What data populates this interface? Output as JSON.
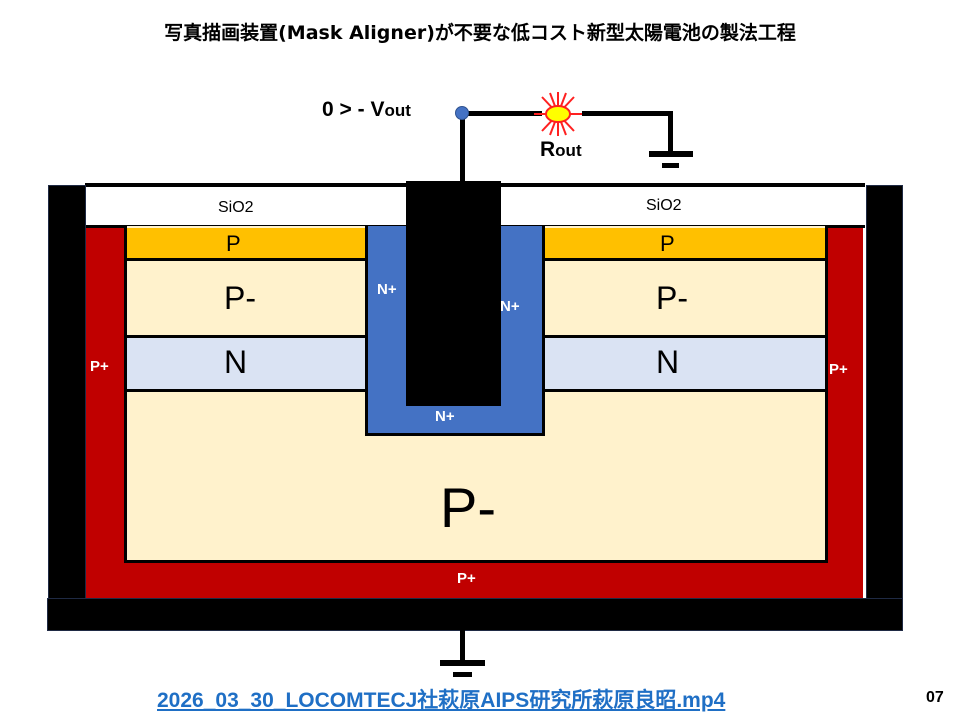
{
  "title": "写真描画装置(Mask Aligner)が不要な低コスト新型太陽電池の製法工程",
  "circuit": {
    "voltage_label": "0 > - V",
    "voltage_sub": "out",
    "resistor_label": "R",
    "resistor_sub": "out"
  },
  "layers": {
    "sio2_left": "SiO2",
    "sio2_right": "SiO2",
    "p_left": "P",
    "p_right": "P",
    "pminus_left": "P-",
    "pminus_right": "P-",
    "n_left": "N",
    "n_right": "N",
    "nplus_left": "N+",
    "nplus_right": "N+",
    "nplus_bottom": "N+",
    "pplus_left": "P+",
    "pplus_right": "P+",
    "pplus_bottom": "P+",
    "pminus_substrate": "P-"
  },
  "footer": {
    "link": "2026_03_30_LOCOMTECJ社萩原AIPS研究所萩原良昭.mp4",
    "page": "07"
  },
  "colors": {
    "pplus": "#c00000",
    "p": "#ffc000",
    "pminus": "#fff2cc",
    "n": "#dae3f3",
    "nplus": "#4472c4",
    "link": "#1f6fc5"
  }
}
